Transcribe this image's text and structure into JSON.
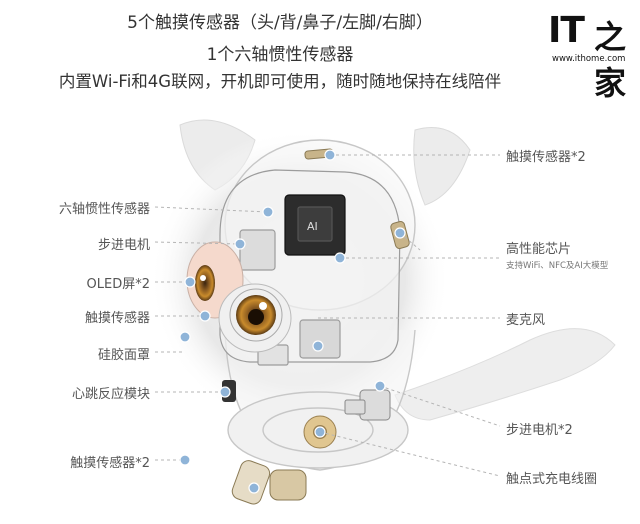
{
  "header": {
    "line1": "5个触摸传感器（头/背/鼻子/左脚/右脚）",
    "line2": "1个六轴惯性传感器",
    "line3": "内置Wi-Fi和4G联网，开机即可使用，随时随地保持在线陪伴"
  },
  "logo": {
    "mark": "IT",
    "cn": "之家",
    "url": "www.ithome.com"
  },
  "labels_left": [
    "六轴惯性传感器",
    "步进电机",
    "OLED屏*2",
    "触摸传感器",
    "硅胶面罩",
    "心跳反应模块",
    "触摸传感器*2"
  ],
  "labels_right": [
    "触摸传感器*2",
    "高性能芯片",
    "麦克风",
    "步进电机*2",
    "触点式充电线圈"
  ],
  "chip_note": "支持WiFi、NFC及AI大模型",
  "chip_mark": "AI",
  "colors": {
    "text": "#333333",
    "label": "#555555",
    "dot": "#8fb4d8",
    "line": "#b0b0b0",
    "accent": "#c8b48a"
  }
}
